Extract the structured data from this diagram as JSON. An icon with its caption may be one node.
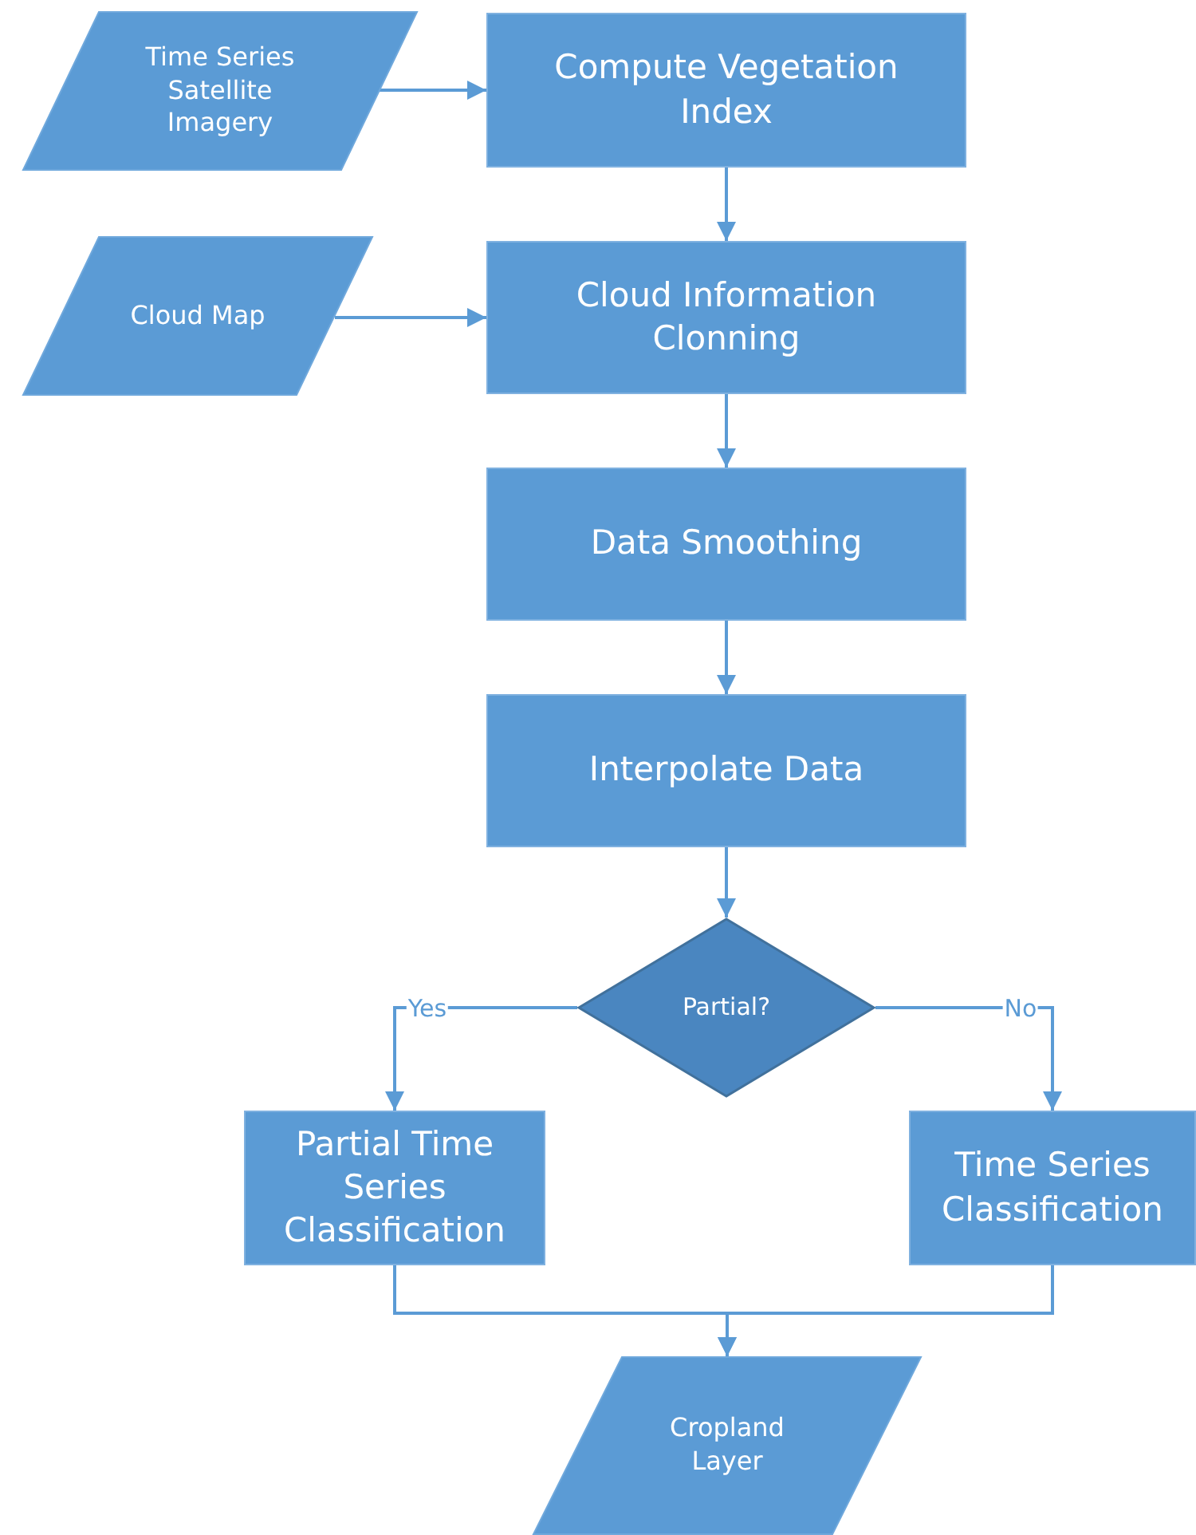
{
  "diagram": {
    "nodes": [
      {
        "text": [
          "Time Series Satellite Imagery"
        ]
      },
      {
        "text": [
          "Compute Vegetation Index"
        ]
      },
      {
        "text": [
          "Cloud Map"
        ]
      },
      {
        "text": [
          "Cloud Information Clonning"
        ]
      },
      {
        "text": [
          "Data Smoothing"
        ]
      },
      {
        "text": [
          "Interpolate Data"
        ]
      },
      {
        "text": [
          "Partial?"
        ]
      },
      {
        "text": [
          "Partial Time Series Classification"
        ]
      },
      {
        "text": [
          "Time Series Classification"
        ]
      },
      {
        "text": [
          "Cropland Layer"
        ]
      }
    ],
    "edges": [
      {
        "from": 0,
        "to": 1,
        "arrow": "to"
      },
      {
        "from": 1,
        "to": 3,
        "arrow": "to"
      },
      {
        "from": 2,
        "to": 3,
        "arrow": "to"
      },
      {
        "from": 3,
        "to": 4,
        "arrow": "to"
      },
      {
        "from": 4,
        "to": 5,
        "arrow": "to"
      },
      {
        "from": 5,
        "to": 6,
        "arrow": "to"
      },
      {
        "from": 6,
        "to": 7,
        "arrow": "to",
        "label": "Yes"
      },
      {
        "from": 6,
        "to": 8,
        "arrow": "to",
        "label": "No"
      },
      {
        "from": 7,
        "to": 9,
        "arrow": "to"
      },
      {
        "from": 8,
        "to": 9,
        "arrow": "to"
      }
    ]
  }
}
